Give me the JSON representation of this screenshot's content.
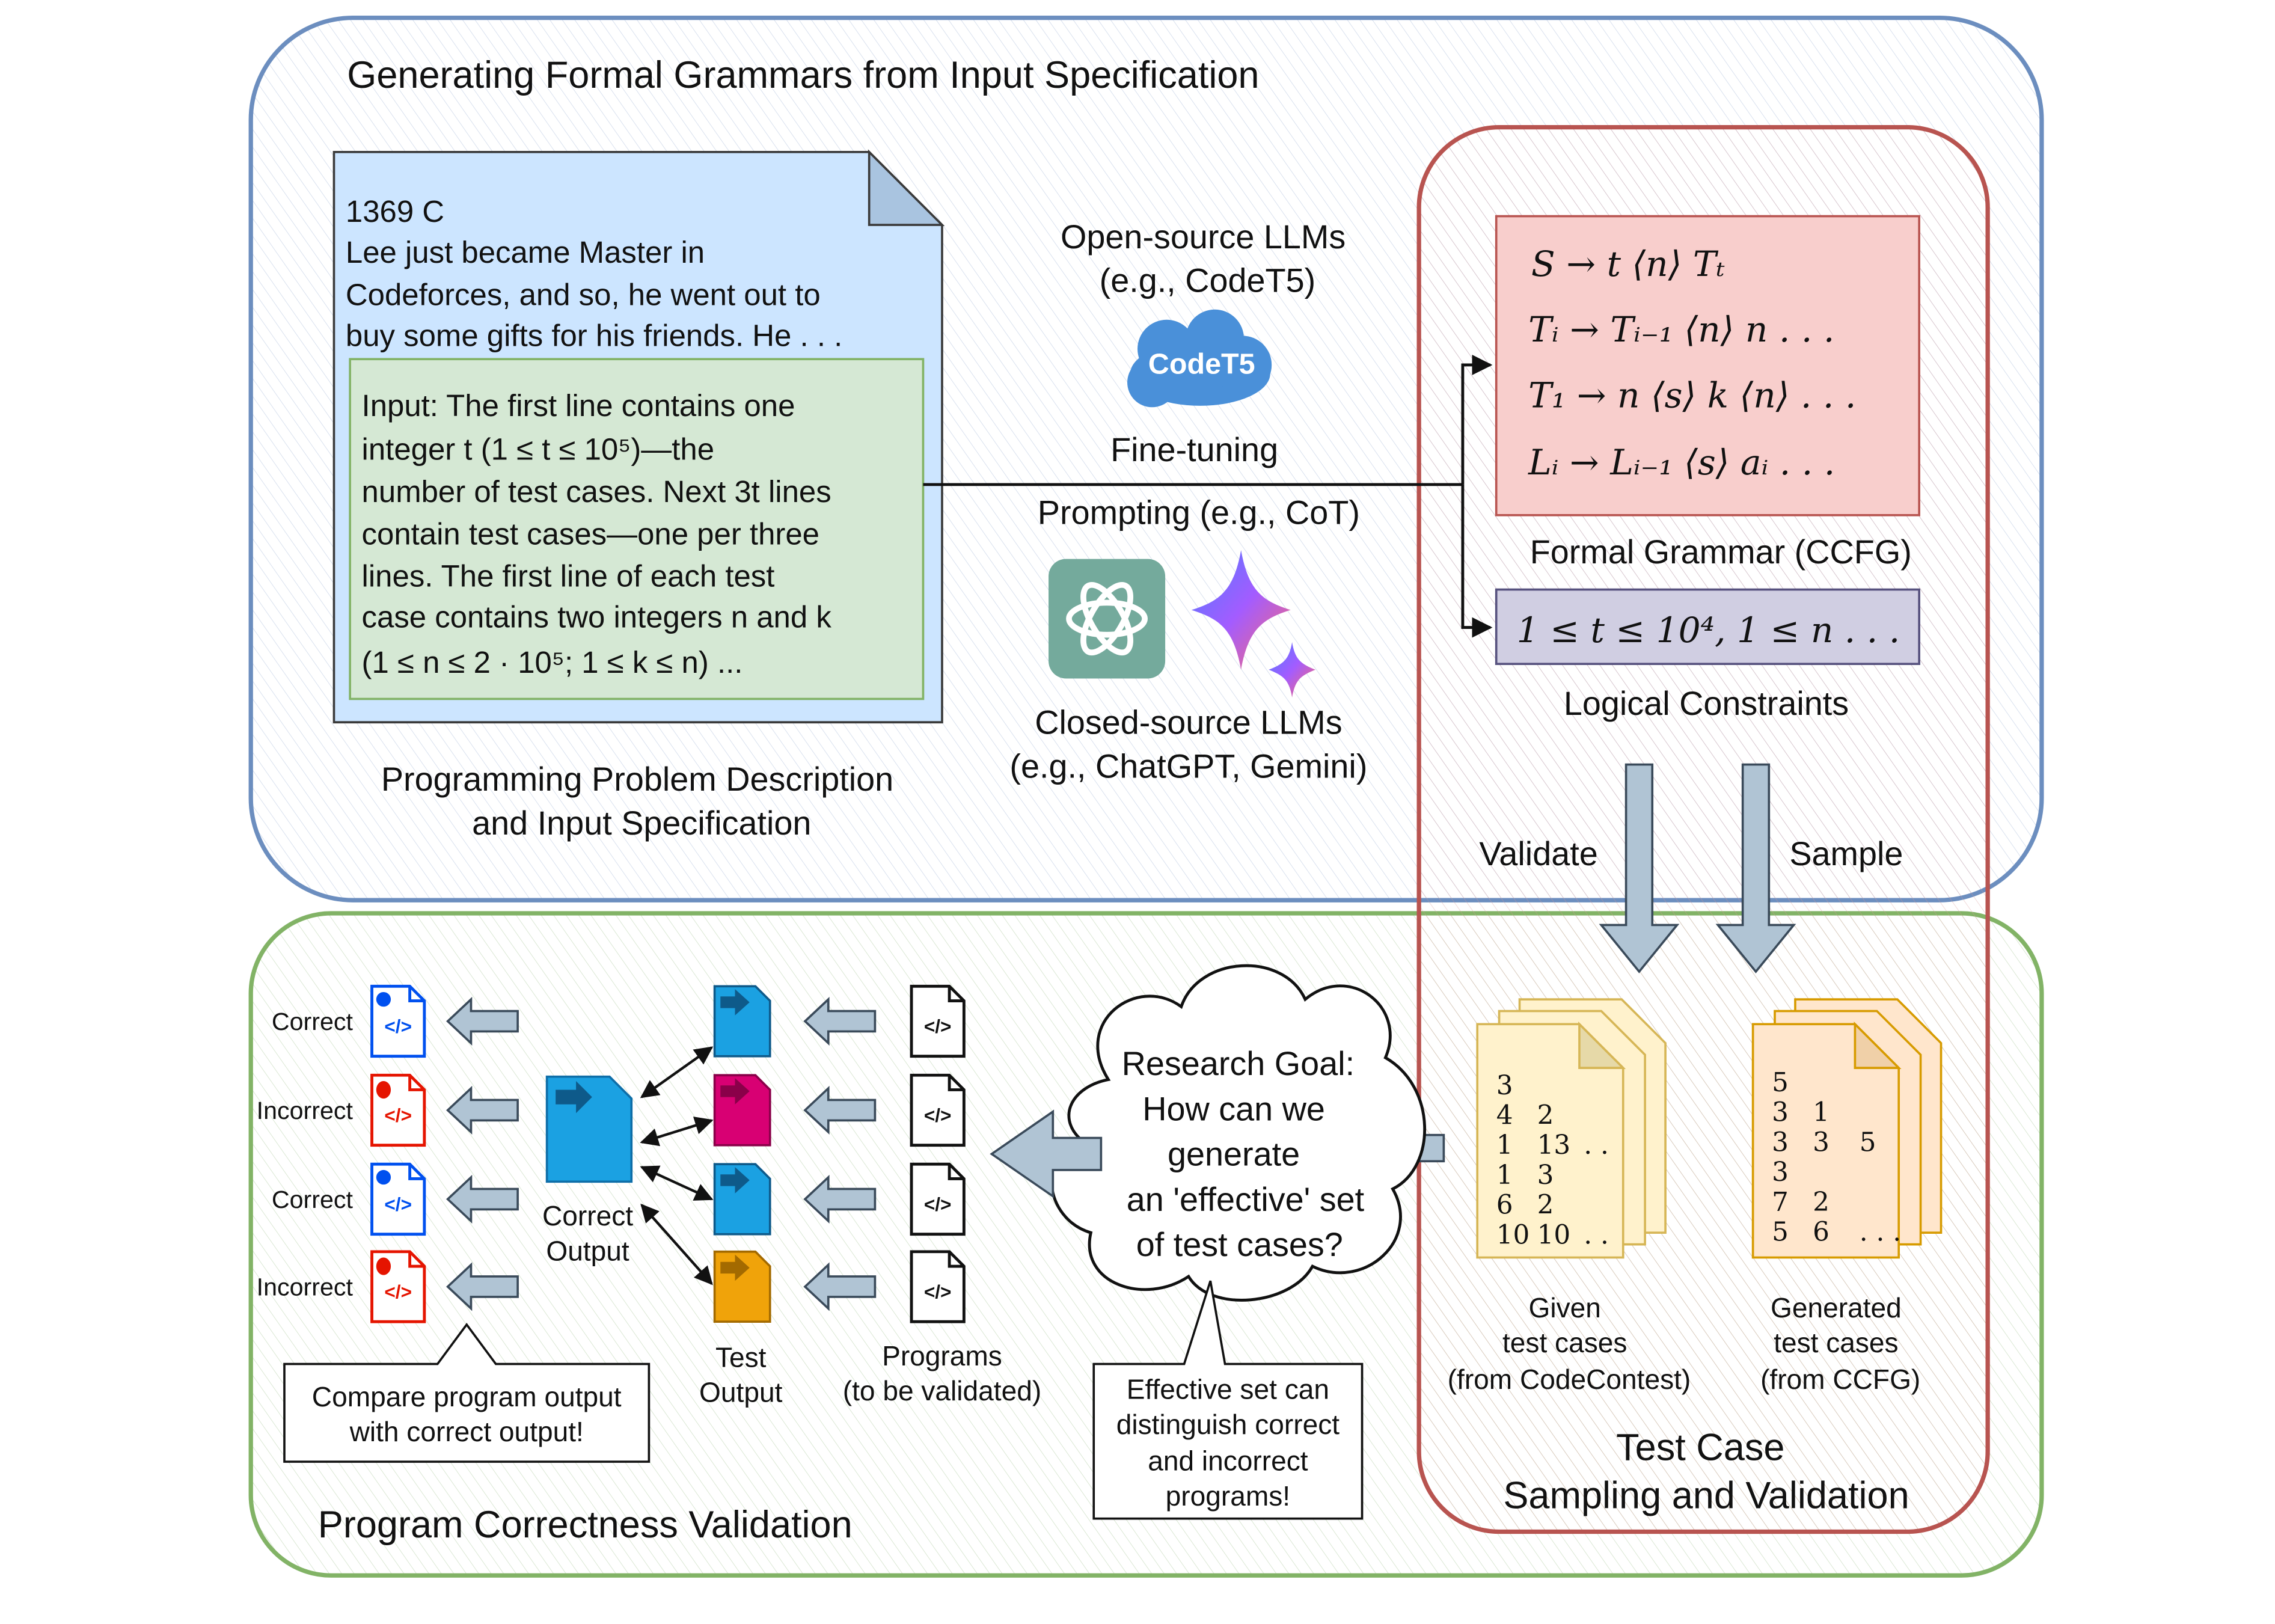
{
  "sections": {
    "top_title": "Generating Formal Grammars from Input Specification",
    "bottom_title": "Program Correctness Validation",
    "right_title_line1": "Test Case",
    "right_title_line2": "Sampling and Validation"
  },
  "problem": {
    "id": "1369 C",
    "desc_lines": [
      "Lee just became Master in",
      "Codeforces, and so, he went out to",
      "buy some gifts for his friends. He . . ."
    ],
    "spec_lines": [
      "Input: The first line contains one",
      "integer t (1 ≤ t ≤ 10⁵)—the",
      "number of test cases. Next 3t lines",
      "contain test cases—one per three",
      "lines. The first line of each test",
      "case contains two integers n and k",
      "(1 ≤ n ≤ 2 · 10⁵; 1 ≤ k ≤ n) ..."
    ],
    "caption_line1": "Programming Problem Description",
    "caption_line2": "and Input Specification"
  },
  "llms": {
    "open_line1": "Open-source LLMs",
    "open_line2": "(e.g., CodeT5)",
    "codet5_logo": "CodeT5",
    "finetuning": "Fine-tuning",
    "prompting": "Prompting (e.g., CoT)",
    "closed_line1": "Closed-source LLMs",
    "closed_line2": "(e.g., ChatGPT, Gemini)"
  },
  "grammar": {
    "rules": [
      "S → t ⟨n⟩ Tₜ",
      "Tᵢ → Tᵢ₋₁ ⟨n⟩ n  . . .",
      "T₁ → n ⟨s⟩ k ⟨n⟩ . . .",
      "Lᵢ → Lᵢ₋₁ ⟨s⟩ aᵢ . . ."
    ],
    "caption": "Formal Grammar (CCFG)",
    "constraint": "1 ≤ t ≤ 10⁴, 1 ≤ n . . .",
    "constraint_caption": "Logical Constraints"
  },
  "arrows": {
    "validate": "Validate",
    "sample": "Sample"
  },
  "testcases": {
    "given_rows": [
      [
        "3",
        "",
        ""
      ],
      [
        "4",
        "2",
        ""
      ],
      [
        "1",
        "13",
        ". ."
      ],
      [
        "1",
        "3",
        ""
      ],
      [
        "6",
        "2",
        ""
      ],
      [
        "10",
        "10",
        ". ."
      ]
    ],
    "given_caption_lines": [
      "Given",
      "test cases",
      "(from CodeContest)"
    ],
    "generated_rows": [
      [
        "5",
        "",
        ""
      ],
      [
        "3",
        "1",
        ""
      ],
      [
        "3",
        "3",
        "5"
      ],
      [
        "3",
        "",
        ""
      ],
      [
        "7",
        "2",
        ""
      ],
      [
        "5",
        "6",
        ". . ."
      ]
    ],
    "generated_caption_lines": [
      "Generated",
      "test cases",
      "(from CCFG)"
    ]
  },
  "goal": {
    "lines": [
      "Research Goal:",
      "How can we",
      "generate",
      "an 'effective' set",
      "of test cases?"
    ],
    "callout_lines": [
      "Effective set can",
      "distinguish correct",
      "and incorrect",
      "programs!"
    ]
  },
  "validation": {
    "results": [
      "Correct",
      "Incorrect",
      "Correct",
      "Incorrect"
    ],
    "correct_output_line1": "Correct",
    "correct_output_line2": "Output",
    "test_output_line1": "Test",
    "test_output_line2": "Output",
    "programs_line1": "Programs",
    "programs_line2": "(to be validated)",
    "compare_line1": "Compare program output",
    "compare_line2": "with correct output!",
    "code_icon_glyph": "</>"
  },
  "colors": {
    "blue_border": "#6c8ebf",
    "green_border": "#82b366",
    "red_border": "#b85450",
    "doc_blue": "#cce5ff",
    "spec_green": "#d5e8d4",
    "grammar_red": "#f8cecc",
    "constraint_purple": "#d0cee2",
    "arrow_fill": "#b0c4d4",
    "file_blue": "#1ba1e2",
    "file_pink": "#d80073",
    "file_orange": "#f0a30a",
    "correct_blue": "#0050ef",
    "incorrect_red": "#e51400"
  }
}
